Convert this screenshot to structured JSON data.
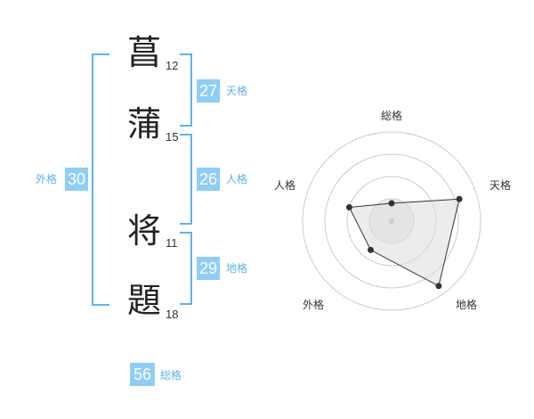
{
  "name": {
    "chars": [
      {
        "char": "菖",
        "strokes": "12"
      },
      {
        "char": "蒲",
        "strokes": "15"
      },
      {
        "char": "将",
        "strokes": "11"
      },
      {
        "char": "題",
        "strokes": "18"
      }
    ]
  },
  "fortunes": {
    "tenkaku": {
      "value": "27",
      "label": "天格"
    },
    "jinkaku": {
      "value": "26",
      "label": "人格"
    },
    "chikaku": {
      "value": "29",
      "label": "地格"
    },
    "gaikaku": {
      "value": "30",
      "label": "外格"
    },
    "soukaku": {
      "value": "56",
      "label": "総格"
    }
  },
  "colors": {
    "badge_bg": "#8fcdf5",
    "bracket": "#5fb2ea",
    "badge_label": "#5fb2ea"
  },
  "chart_data": {
    "type": "radar",
    "axes": [
      "総格",
      "天格",
      "地格",
      "外格",
      "人格"
    ],
    "values": [
      0.2,
      0.8,
      0.9,
      0.4,
      0.5
    ],
    "grid_levels": 4
  }
}
